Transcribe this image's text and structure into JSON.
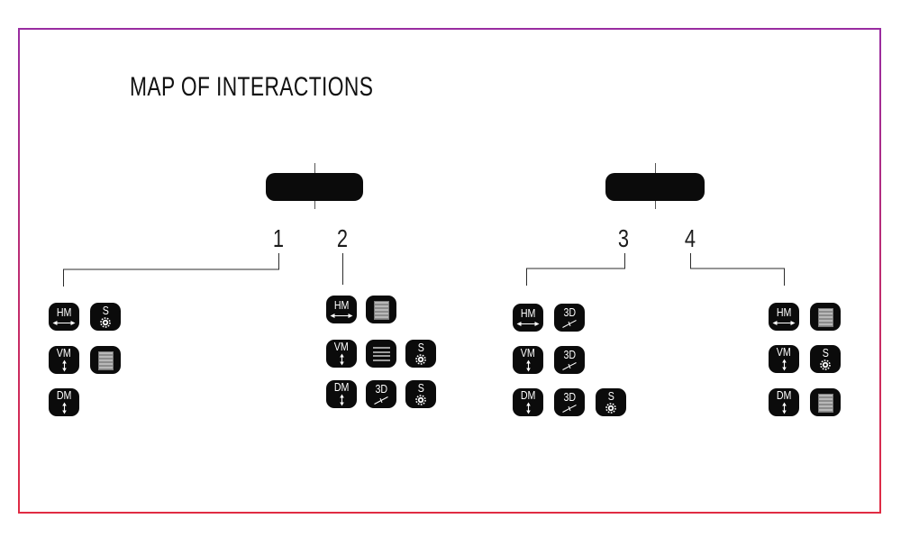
{
  "title": "MAP OF INTERACTIONS",
  "branch_labels": [
    "1",
    "2",
    "3",
    "4"
  ],
  "colors": {
    "frame_top": "#992ca1",
    "frame_bottom": "#e02b43",
    "node_fill": "#0b0b0b",
    "connector": "#2b2b2b"
  },
  "badge_defs": {
    "HM": {
      "label": "HM",
      "icon": "double-horizontal-arrow-icon"
    },
    "VM": {
      "label": "VM",
      "icon": "double-vertical-arrow-icon"
    },
    "DM": {
      "label": "DM",
      "icon": "double-vertical-arrow-icon"
    },
    "3D": {
      "label": "3D",
      "icon": "diagonal-slider-icon"
    },
    "S": {
      "label": "S",
      "icon": "gear-icon"
    },
    "STRIPE": {
      "label": "",
      "icon": "striped-square-icon"
    },
    "LINES": {
      "label": "",
      "icon": "menu-lines-icon"
    }
  },
  "groups": [
    {
      "branch": "1",
      "rows": [
        [
          "HM",
          "S"
        ],
        [
          "VM",
          "STRIPE"
        ],
        [
          "DM"
        ]
      ]
    },
    {
      "branch": "2",
      "rows": [
        [
          "HM",
          "STRIPE"
        ],
        [
          "VM",
          "LINES",
          "S"
        ],
        [
          "DM",
          "3D",
          "S"
        ]
      ]
    },
    {
      "branch": "3",
      "rows": [
        [
          "HM",
          "3D"
        ],
        [
          "VM",
          "3D"
        ],
        [
          "DM",
          "3D",
          "S"
        ]
      ]
    },
    {
      "branch": "4",
      "rows": [
        [
          "HM",
          "STRIPE"
        ],
        [
          "VM",
          "S"
        ],
        [
          "DM",
          "STRIPE"
        ]
      ]
    }
  ]
}
